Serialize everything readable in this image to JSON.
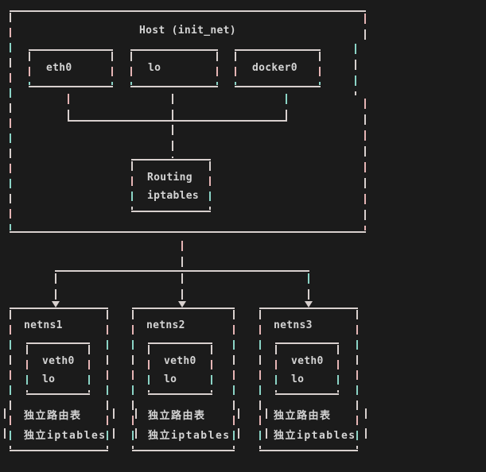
{
  "diagram": {
    "host": {
      "title": "Host (init_net)",
      "interfaces": [
        "eth0",
        "lo",
        "docker0"
      ],
      "router": {
        "line1": "Routing",
        "line2": "iptables"
      }
    },
    "namespaces": [
      {
        "name": "netns1",
        "interfaces": [
          "veth0",
          "lo"
        ],
        "notes": [
          "独立路由表",
          "独立iptables"
        ]
      },
      {
        "name": "netns2",
        "interfaces": [
          "veth0",
          "lo"
        ],
        "notes": [
          "独立路由表",
          "独立iptables"
        ]
      },
      {
        "name": "netns3",
        "interfaces": [
          "veth0",
          "lo"
        ],
        "notes": [
          "独立路由表",
          "独立iptables"
        ]
      }
    ]
  },
  "colors": {
    "background": "#1b1b1b",
    "line": "#d8d0ce",
    "line_pink": "#e5b4b4",
    "line_cyan": "#8bd4c6",
    "text": "#d4d4d4"
  }
}
